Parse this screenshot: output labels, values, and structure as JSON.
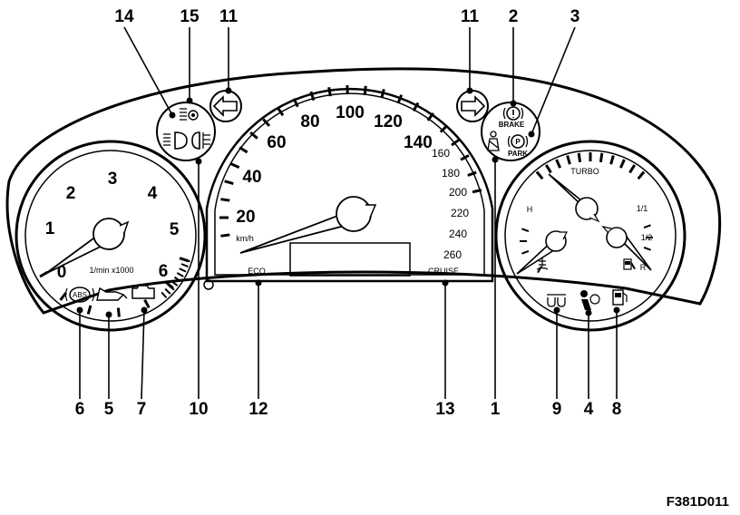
{
  "diagram": {
    "figure_code": "F381D011",
    "tachometer": {
      "unit": "1/min x1000",
      "scale_labels": [
        "0",
        "1",
        "2",
        "3",
        "4",
        "5",
        "6"
      ]
    },
    "speedometer": {
      "unit": "km/h",
      "major_labels": [
        "20",
        "40",
        "60",
        "80",
        "100",
        "120",
        "140"
      ],
      "minor_labels": [
        "160",
        "180",
        "200",
        "220",
        "240",
        "260"
      ],
      "cruise_label": "CRUISE",
      "trip_label": "ECO"
    },
    "right_gauges": {
      "turbo_label": "TURBO",
      "full_label": "1/1",
      "half_label": "1/2",
      "reserve_label": "R",
      "hot_label": "H"
    },
    "warning_lights": {
      "brake_label": "BRAKE",
      "park_label": "PARK",
      "abs_label": "ABS"
    },
    "callouts": {
      "c14": "14",
      "c15": "15",
      "c11_left": "11",
      "c11_right": "11",
      "c2": "2",
      "c3": "3",
      "c6": "6",
      "c5": "5",
      "c7": "7",
      "c10": "10",
      "c12": "12",
      "c13": "13",
      "c1": "1",
      "c9": "9",
      "c4": "4",
      "c8": "8"
    }
  }
}
